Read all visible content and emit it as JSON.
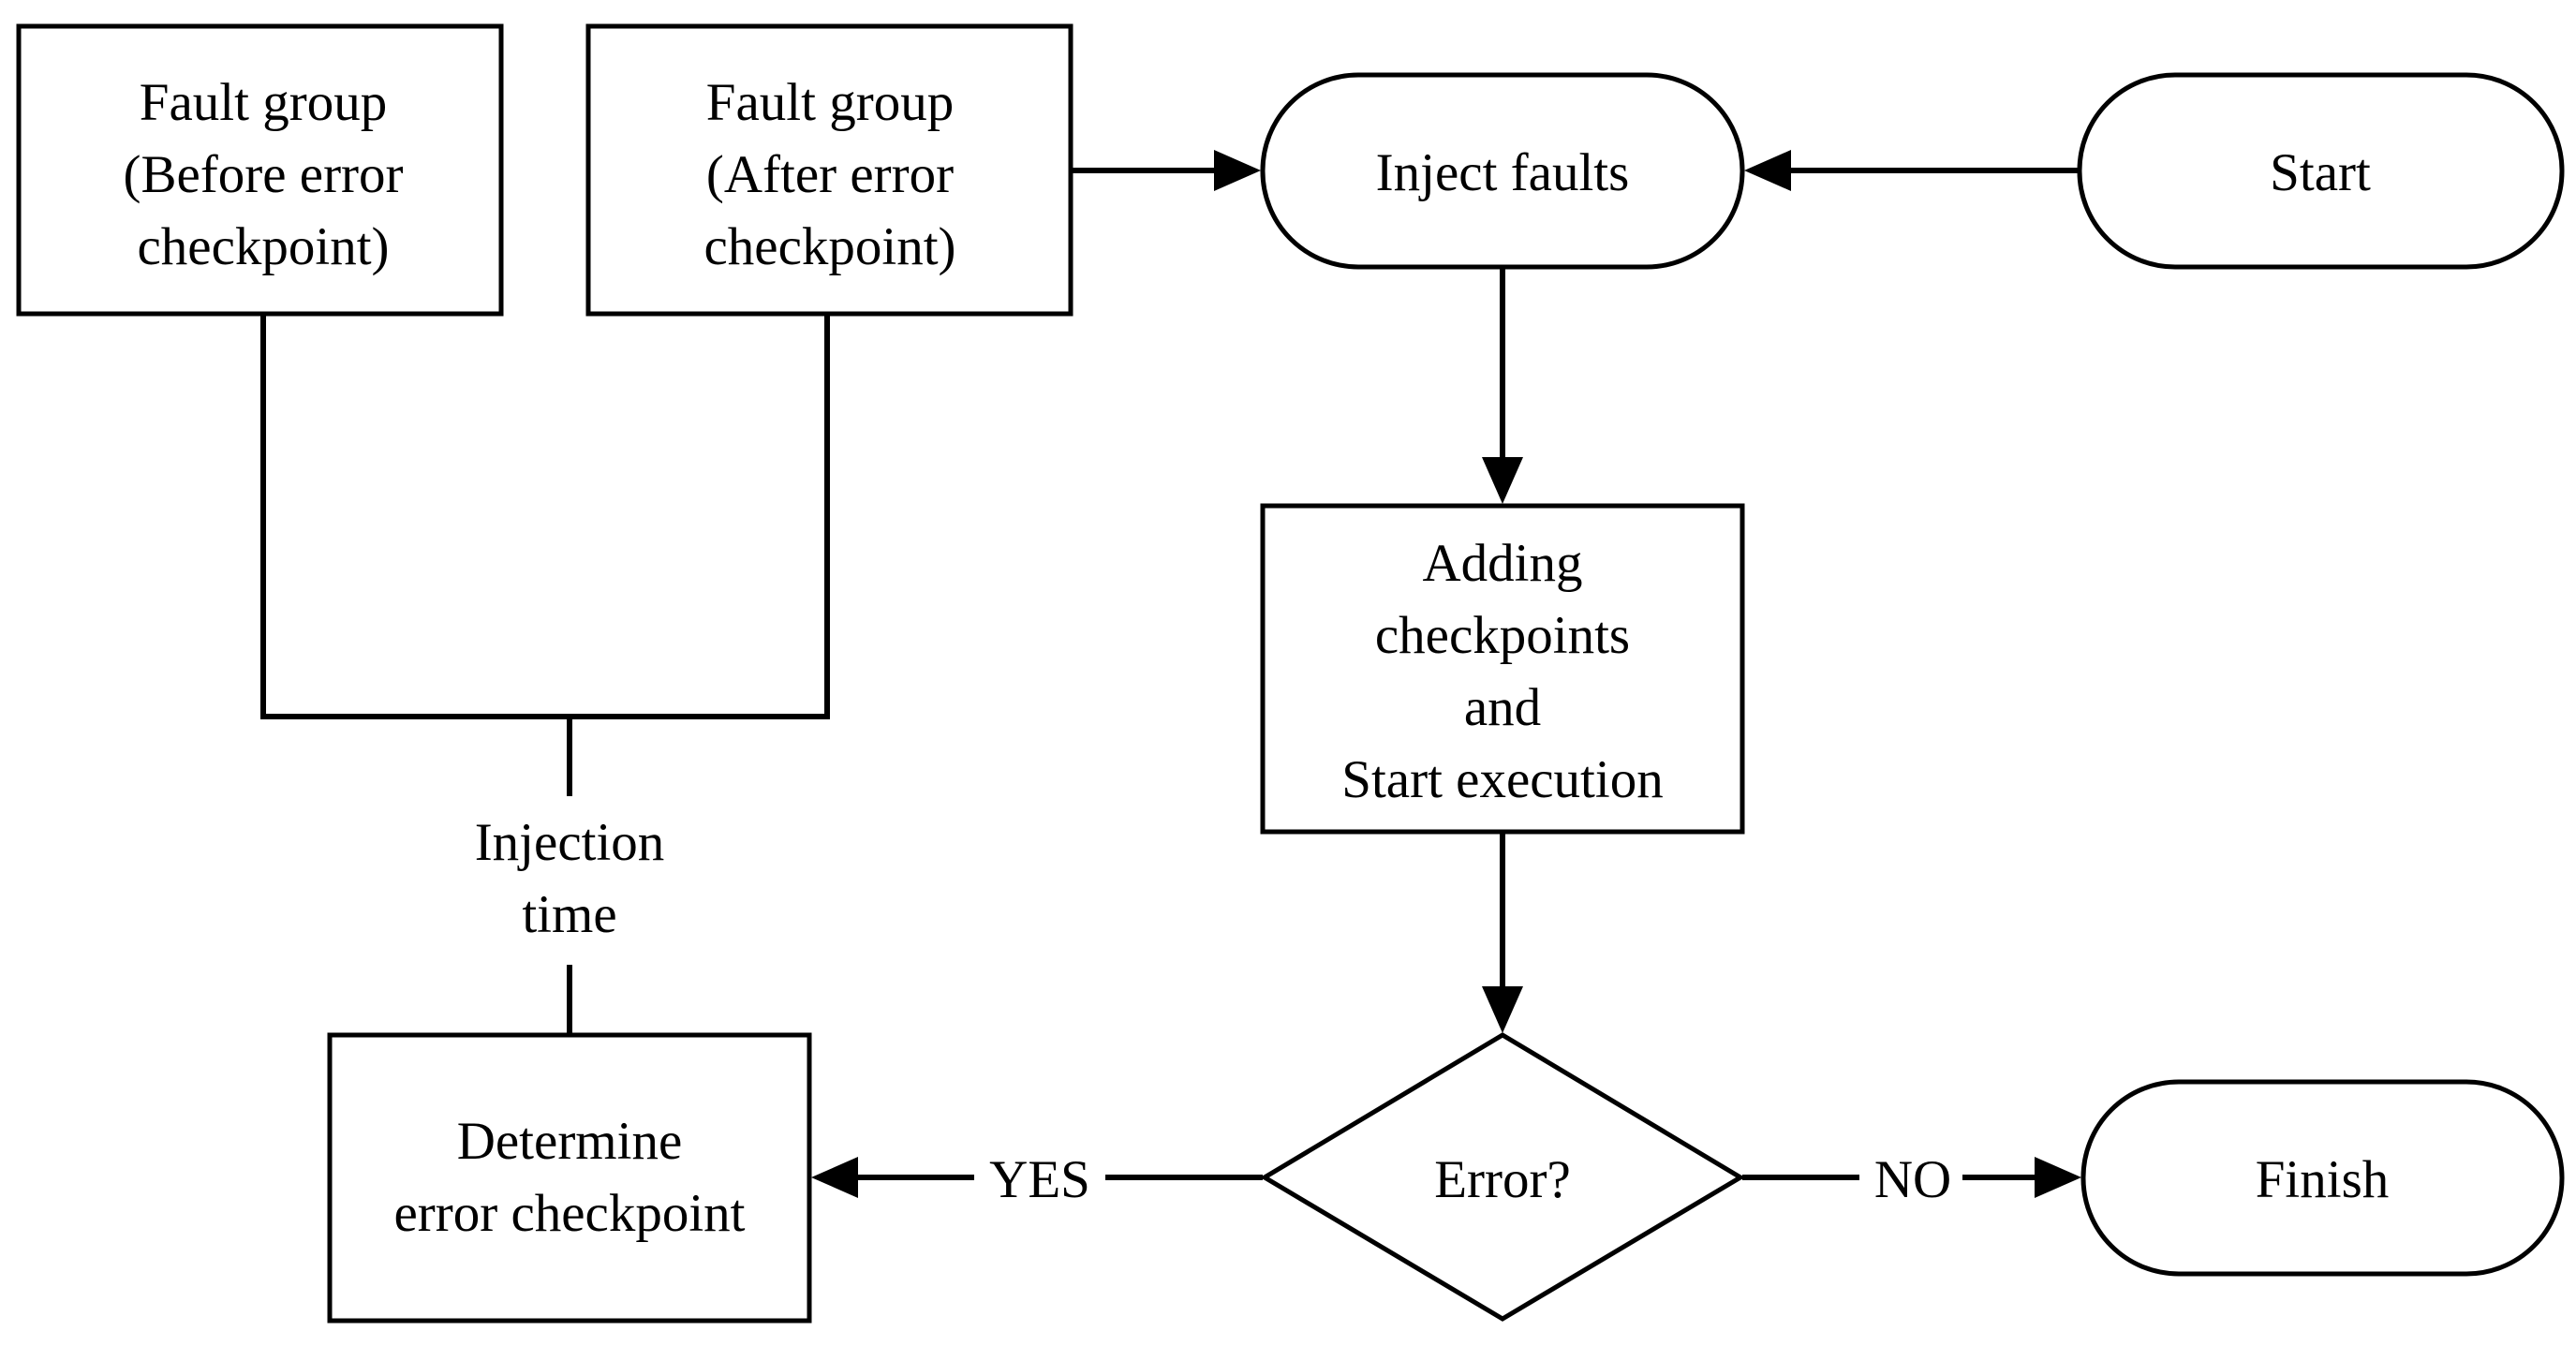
{
  "diagram": {
    "nodes": {
      "fault_before": {
        "lines": [
          "Fault group",
          "(Before error",
          "checkpoint)"
        ]
      },
      "fault_after": {
        "lines": [
          "Fault group",
          "(After error",
          "checkpoint)"
        ]
      },
      "inject_faults": {
        "lines": [
          "Inject faults"
        ]
      },
      "start": {
        "lines": [
          "Start"
        ]
      },
      "adding_checkpoints": {
        "lines": [
          "Adding",
          "checkpoints",
          "and",
          "Start execution"
        ]
      },
      "error_decision": {
        "lines": [
          "Error?"
        ]
      },
      "determine_checkpoint": {
        "lines": [
          "Determine",
          "error checkpoint"
        ]
      },
      "finish": {
        "lines": [
          "Finish"
        ]
      }
    },
    "edge_labels": {
      "injection_time": [
        "Injection",
        "time"
      ],
      "yes": "YES",
      "no": "NO"
    }
  }
}
